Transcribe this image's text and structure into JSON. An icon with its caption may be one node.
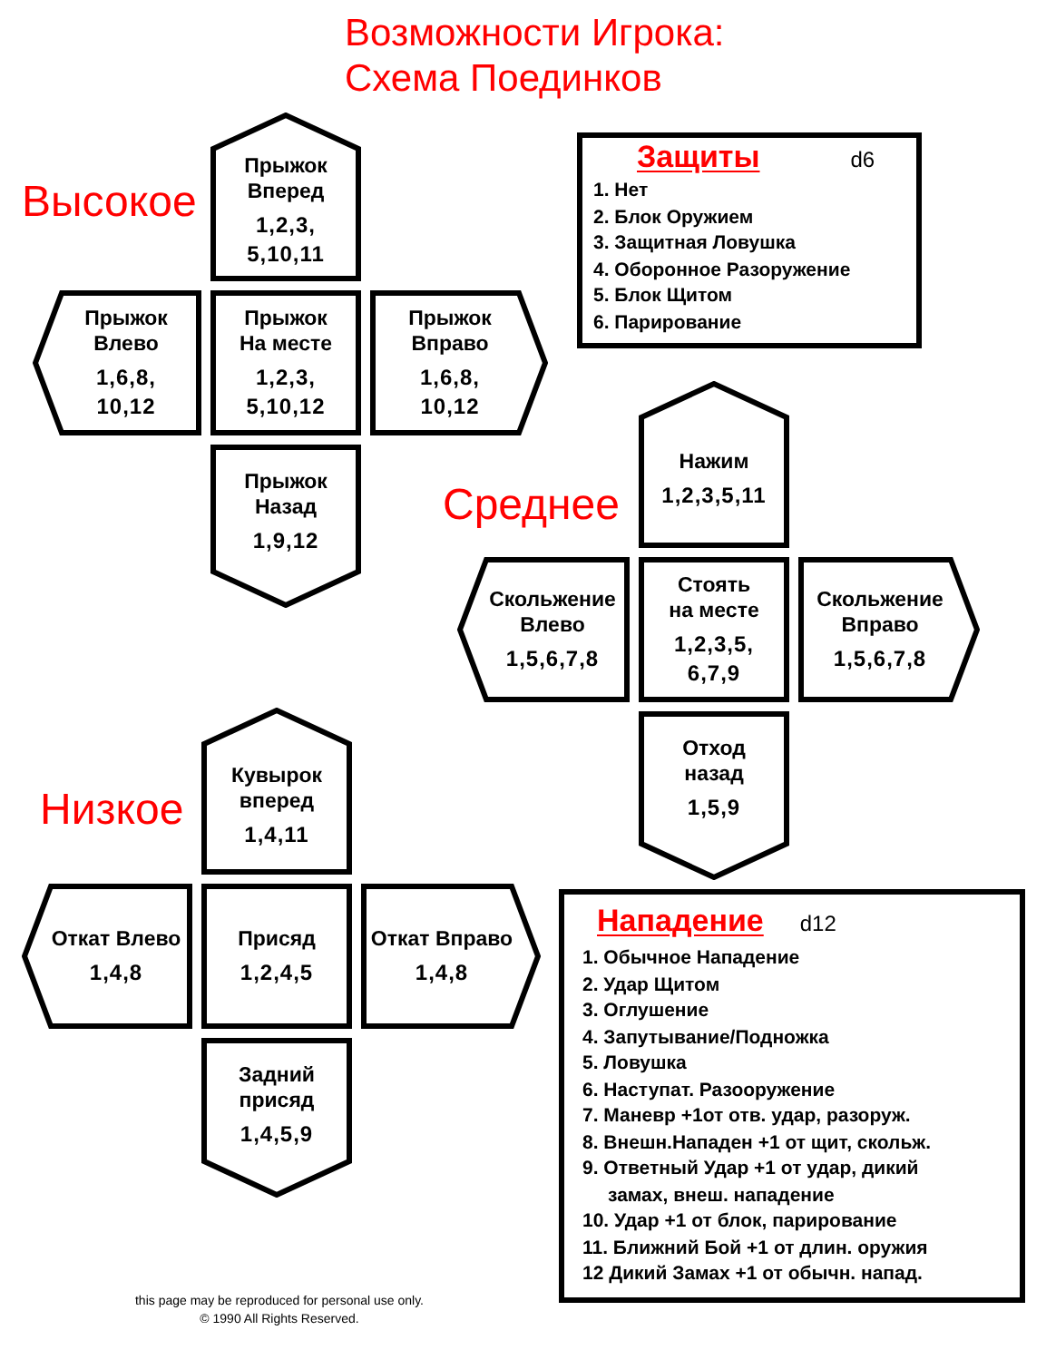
{
  "diagram": {
    "title": "Возможности Игрока: Схема Поединков",
    "nodes": [
      {
        "text": [
          "Прыжок Вперед",
          "1,2,3, 5,10,11"
        ]
      },
      {
        "text": [
          "Прыжок Влево",
          "1,6,8, 10,12"
        ]
      },
      {
        "text": [
          "Прыжок На месте",
          "1,2,3, 5,10,12"
        ]
      },
      {
        "text": [
          "Прыжок Вправо",
          "1,6,8, 10,12"
        ]
      },
      {
        "text": [
          "Прыжок Назад",
          "1,9,12"
        ]
      },
      {
        "text": [
          "Защиты",
          "d6",
          "1. Нет",
          "2. Блок Оружием",
          "3. Защитная Ловушка",
          "4. Оборонное Разоружение",
          "5. Блок Щитом",
          "6. Парирование"
        ]
      },
      {
        "text": [
          "Нажим",
          "1,2,3,5,11"
        ]
      },
      {
        "text": [
          "Скольжение Влево",
          "1,5,6,7,8"
        ]
      },
      {
        "text": [
          "Стоять на месте",
          "1,2,3,5, 6,7,9"
        ]
      },
      {
        "text": [
          "Скольжение Вправо",
          "1,5,6,7,8"
        ]
      },
      {
        "text": [
          "Отход назад",
          "1,5,9"
        ]
      },
      {
        "text": [
          "Кувырок вперед",
          "1,4,11"
        ]
      },
      {
        "text": [
          "Откат Влево",
          "1,4,8"
        ]
      },
      {
        "text": [
          "Присяд",
          "1,2,4,5"
        ]
      },
      {
        "text": [
          "Откат Вправо",
          "1,4,8"
        ]
      },
      {
        "text": [
          "Задний присяд",
          "1,4,5,9"
        ]
      },
      {
        "text": [
          "Нападение",
          "d12",
          "1. Обычное Нападение",
          "2. Удар Щитом",
          "3. Оглушение",
          "4. Запутывание/Подножка",
          "5. Ловушка",
          "6. Наступат. Разооружение",
          "7. Маневр +1от отв. удар, разоруж.",
          "8. Внешн.Нападен +1 от щит, скольж.",
          "9. Ответный Удар +1 от удар, дикий замах, внеш. нападение",
          "10. Удар +1 от блок, парирование",
          "11. Ближний Бой +1 от длин. оружия",
          "12 Дикий Замах +1 от обычн. напад."
        ]
      }
    ],
    "labels": [
      "Высокое",
      "Среднее",
      "Низкое",
      "this page may be reproduced for personal use only.",
      "© 1990 All Rights Reserved."
    ]
  }
}
